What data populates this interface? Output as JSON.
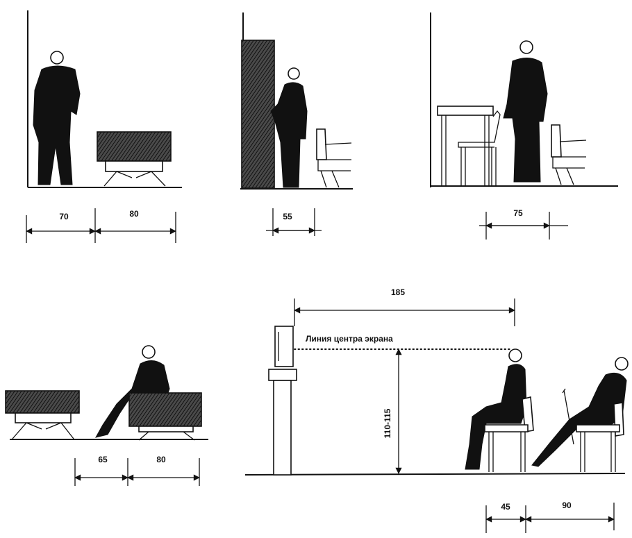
{
  "colors": {
    "ink": "#111111",
    "paper": "#ffffff"
  },
  "dimensions": {
    "p1_walk": "70",
    "p1_bench": "80",
    "p2_gap": "55",
    "p3_gap": "75",
    "p4_pass": "65",
    "p4_bench": "80",
    "p5_view": "185",
    "p5_height": "110-115",
    "p5_seat": "45",
    "p5_row": "90"
  },
  "labels": {
    "screen_line": "Линия центра экрана"
  }
}
